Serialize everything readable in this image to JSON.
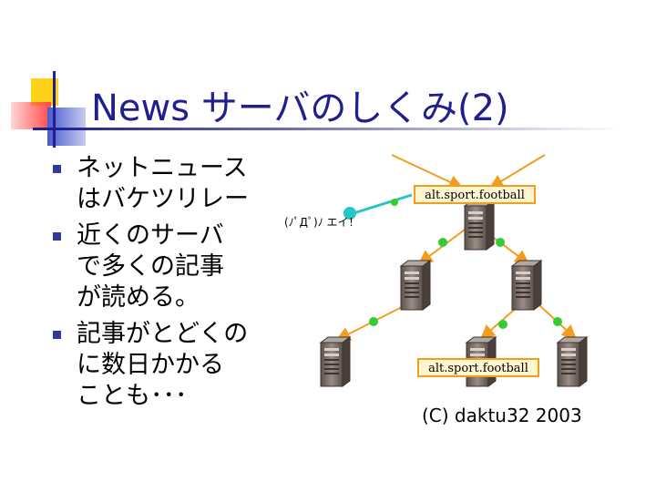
{
  "slide": {
    "title": "News サーバのしくみ(2)",
    "bullets": [
      {
        "lines": [
          "ネットニュース",
          "はバケツリレー"
        ]
      },
      {
        "lines": [
          "近くのサーバ",
          "で多くの記事",
          "が読める。"
        ]
      },
      {
        "lines": [
          "記事がとどくの",
          "に数日かかる",
          "ことも･･･"
        ]
      }
    ],
    "credit": "(C) daktu32 2003"
  },
  "diagram": {
    "top_label": "alt.sport.football",
    "bottom_label": "alt.sport.football",
    "shout": "(ﾉﾟДﾟ)ﾉ エイ！",
    "colors": {
      "arrow": "#f39c1e",
      "packet": "#33cc33",
      "sender": "#22c6c6",
      "server": "#7a6c66",
      "title": "#1f1f8f"
    }
  }
}
